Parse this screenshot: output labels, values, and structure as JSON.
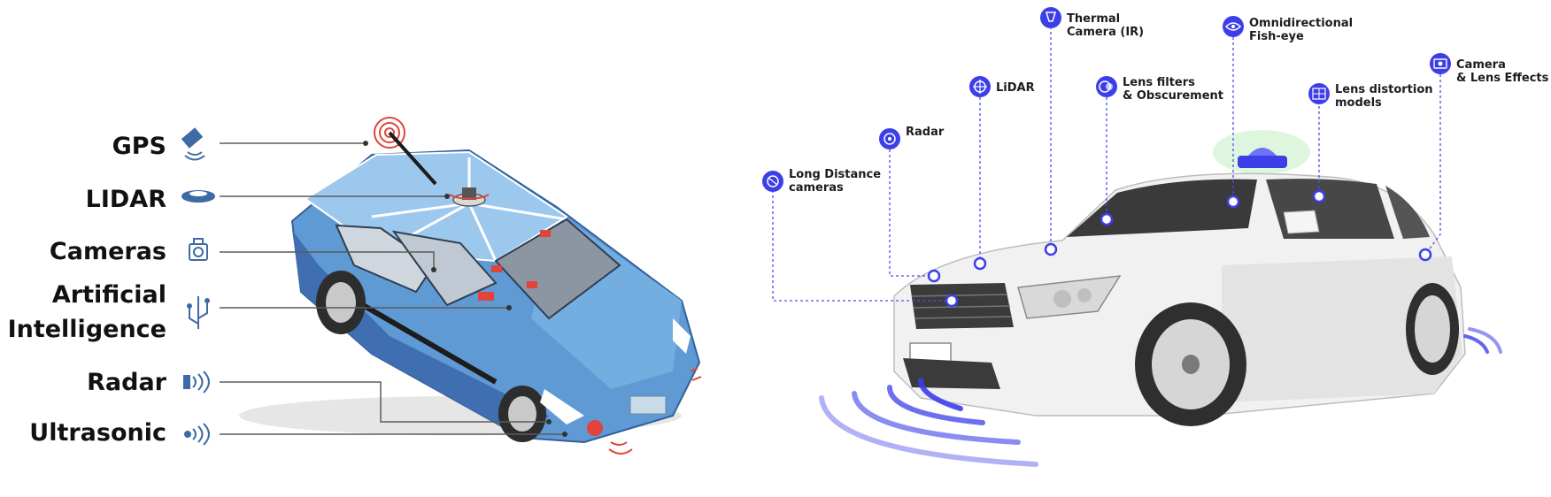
{
  "left_diagram": {
    "labels": [
      {
        "lines": [
          "GPS"
        ],
        "icon": "satellite-icon"
      },
      {
        "lines": [
          "LIDAR"
        ],
        "icon": "lidar-icon"
      },
      {
        "lines": [
          "Cameras"
        ],
        "icon": "camera-icon"
      },
      {
        "lines": [
          "Artificial",
          "Intelligence"
        ],
        "icon": "ai-icon"
      },
      {
        "lines": [
          "Radar"
        ],
        "icon": "radar-icon"
      },
      {
        "lines": [
          "Ultrasonic"
        ],
        "icon": "ultrasonic-icon"
      }
    ]
  },
  "right_diagram": {
    "labels": [
      {
        "lines": [
          "Long Distance",
          "cameras"
        ],
        "icon": "aperture-icon"
      },
      {
        "lines": [
          "Radar"
        ],
        "icon": "radar-icon"
      },
      {
        "lines": [
          "LiDAR"
        ],
        "icon": "lidar-icon"
      },
      {
        "lines": [
          "Thermal",
          "Camera (IR)"
        ],
        "icon": "thermal-icon"
      },
      {
        "lines": [
          "Lens filters",
          "& Obscurement"
        ],
        "icon": "lens-filter-icon"
      },
      {
        "lines": [
          "Omnidirectional",
          "Fish-eye"
        ],
        "icon": "fisheye-icon"
      },
      {
        "lines": [
          "Lens distortion",
          "models"
        ],
        "icon": "distortion-grid-icon"
      },
      {
        "lines": [
          "Camera",
          "& Lens Effects"
        ],
        "icon": "camera-effects-icon"
      }
    ]
  },
  "colors": {
    "blue_car": "#5f9ad4",
    "blue_car_dark": "#3f6fb0",
    "accent_blue": "#3c3fe8",
    "sensor_red": "#e0443a"
  }
}
